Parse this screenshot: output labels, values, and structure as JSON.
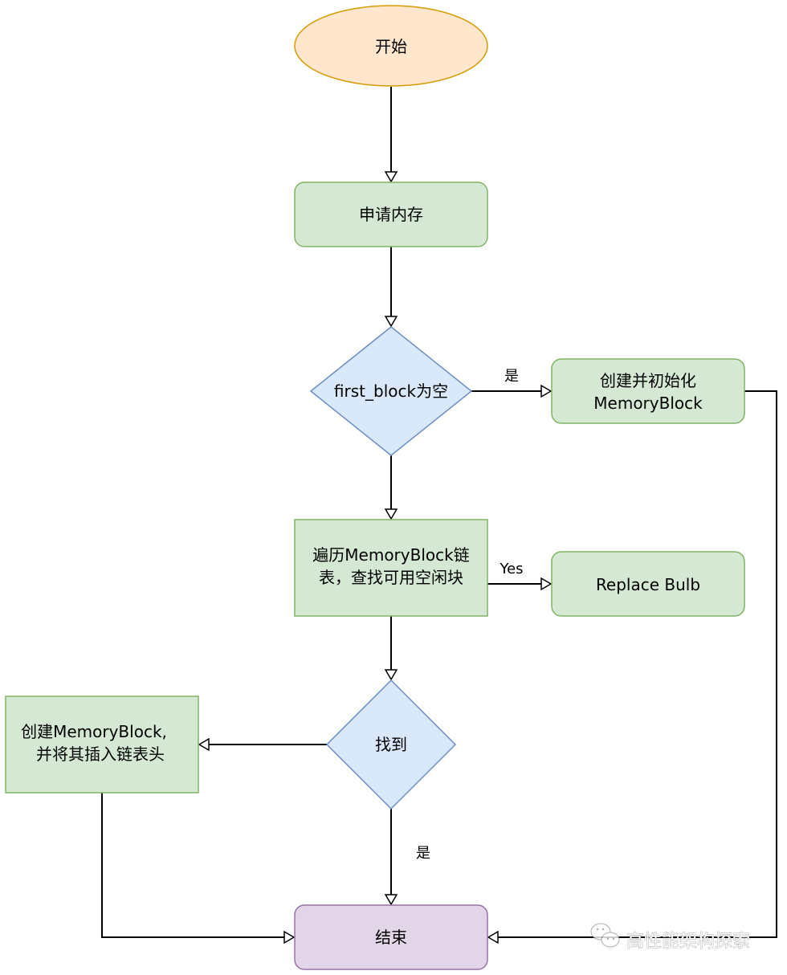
{
  "diagram": {
    "type": "flowchart",
    "nodes": {
      "start": {
        "label": "开始",
        "shape": "ellipse",
        "fill": "#ffe6cc",
        "stroke": "#d79b00"
      },
      "alloc": {
        "label": "申请内存",
        "shape": "rounded-rect",
        "fill": "#d5e8d4",
        "stroke": "#82b366"
      },
      "check_first": {
        "label": "first_block为空",
        "shape": "diamond",
        "fill": "#dae8fc",
        "stroke": "#6c8ebf"
      },
      "create_init": {
        "lines": [
          "创建并初始化",
          "MemoryBlock"
        ],
        "shape": "rounded-rect",
        "fill": "#d5e8d4",
        "stroke": "#82b366"
      },
      "traverse": {
        "lines": [
          "遍历MemoryBlock链",
          "表，查找可用空闲块"
        ],
        "shape": "rect",
        "fill": "#d5e8d4",
        "stroke": "#82b366"
      },
      "replace": {
        "label": "Replace Bulb",
        "shape": "rounded-rect",
        "fill": "#d5e8d4",
        "stroke": "#82b366"
      },
      "found": {
        "label": "找到",
        "shape": "diamond",
        "fill": "#dae8fc",
        "stroke": "#6c8ebf"
      },
      "create_insert": {
        "lines": [
          "创建MemoryBlock,",
          "并将其插入链表头"
        ],
        "shape": "rect",
        "fill": "#d5e8d4",
        "stroke": "#82b366"
      },
      "end": {
        "label": "结束",
        "shape": "rounded-rect",
        "fill": "#e1d5e7",
        "stroke": "#9673a6"
      }
    },
    "edges": [
      {
        "from": "start",
        "to": "alloc",
        "label": ""
      },
      {
        "from": "alloc",
        "to": "check_first",
        "label": ""
      },
      {
        "from": "check_first",
        "to": "create_init",
        "label": "是"
      },
      {
        "from": "check_first",
        "to": "traverse",
        "label": ""
      },
      {
        "from": "traverse",
        "to": "replace",
        "label": "Yes"
      },
      {
        "from": "traverse",
        "to": "found",
        "label": ""
      },
      {
        "from": "found",
        "to": "create_insert",
        "label": ""
      },
      {
        "from": "found",
        "to": "end",
        "label": "是"
      },
      {
        "from": "create_insert",
        "to": "end",
        "label": ""
      },
      {
        "from": "create_init",
        "to": "end",
        "label": ""
      }
    ],
    "edge_labels": {
      "check_first_yes": "是",
      "traverse_yes": "Yes",
      "found_yes": "是"
    },
    "edge_color": "#000000"
  },
  "watermark": {
    "icon": "wechat-icon",
    "text": "高性能架构探索"
  }
}
